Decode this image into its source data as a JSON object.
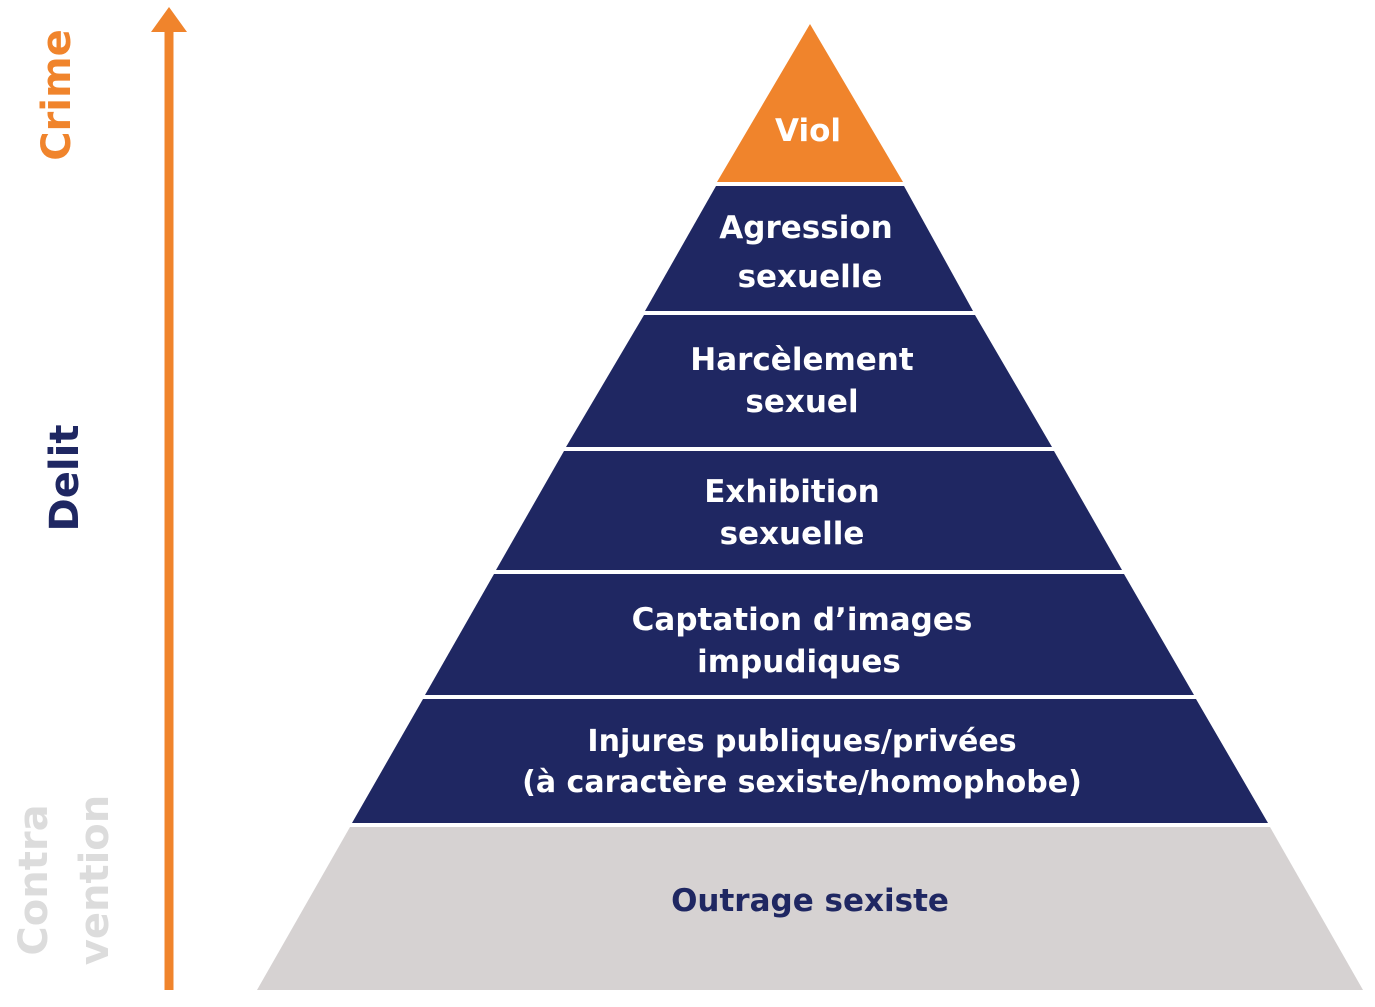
{
  "colors": {
    "crime": "#f0842c",
    "delit": "#1f2762",
    "contravention": "#d6d2d2",
    "contravention_label": "#dcdcdc",
    "arrow": "#f0842c",
    "text_light": "#ffffff",
    "text_dark": "#1f2762"
  },
  "arrow": {
    "icon": "arrow-up-icon"
  },
  "categories": {
    "crime": "Crime",
    "delit": "Delit",
    "contravention_line1": "Contra",
    "contravention_line2": "vention"
  },
  "pyramid": {
    "levels": [
      {
        "key": "viol",
        "category": "crime",
        "lines": [
          "Viol"
        ]
      },
      {
        "key": "agression",
        "category": "delit",
        "lines": [
          "Agression",
          "sexuelle"
        ]
      },
      {
        "key": "harcelement",
        "category": "delit",
        "lines": [
          "Harcèlement",
          "sexuel"
        ]
      },
      {
        "key": "exhibition",
        "category": "delit",
        "lines": [
          "Exhibition",
          "sexuelle"
        ]
      },
      {
        "key": "captation",
        "category": "delit",
        "lines": [
          "Captation d’images",
          "impudiques"
        ]
      },
      {
        "key": "injures",
        "category": "delit",
        "lines": [
          "Injures publiques/privées",
          "(à caractère sexiste/homophobe)"
        ]
      },
      {
        "key": "outrage",
        "category": "contravention",
        "lines": [
          "Outrage sexiste"
        ]
      }
    ]
  }
}
